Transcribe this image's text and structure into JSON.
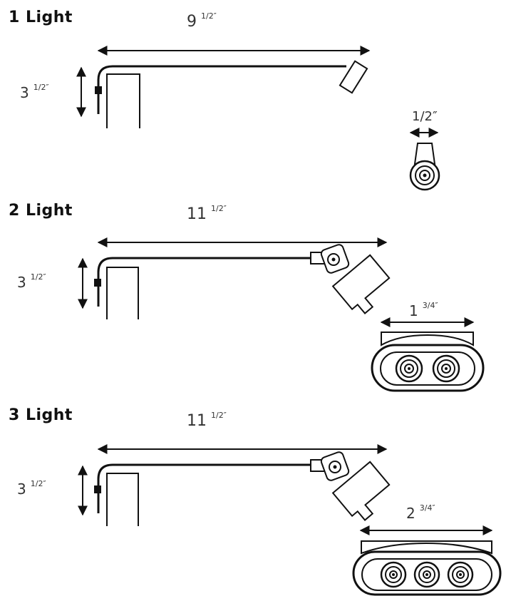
{
  "sections": [
    {
      "title": "1 Light",
      "length": {
        "whole": "9",
        "frac": "1/2″"
      },
      "height": {
        "whole": "3",
        "frac": "1/2″"
      },
      "head_width": {
        "whole": "",
        "frac": "1/2″"
      }
    },
    {
      "title": "2 Light",
      "length": {
        "whole": "11",
        "frac": "1/2″"
      },
      "height": {
        "whole": "3",
        "frac": "1/2″"
      },
      "head_width": {
        "whole": "1",
        "frac": "3/4″"
      }
    },
    {
      "title": "3 Light",
      "length": {
        "whole": "11",
        "frac": "1/2″"
      },
      "height": {
        "whole": "3",
        "frac": "1/2″"
      },
      "head_width": {
        "whole": "2",
        "frac": "3/4″"
      }
    }
  ]
}
